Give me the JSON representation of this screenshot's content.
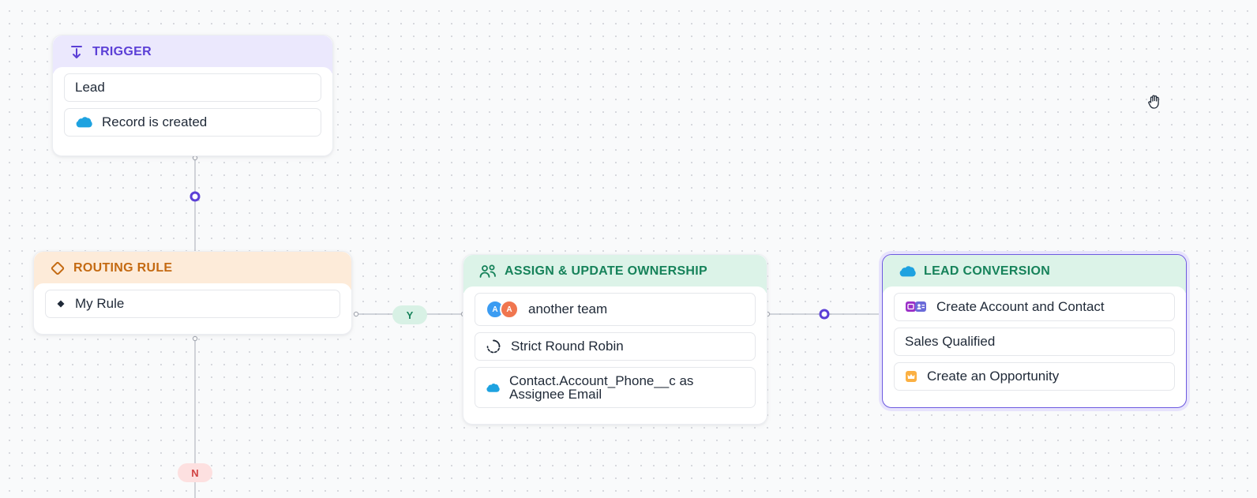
{
  "trigger": {
    "title": "TRIGGER",
    "object": "Lead",
    "event": "Record is created"
  },
  "routing_rule": {
    "title": "ROUTING RULE",
    "rule": "My Rule"
  },
  "assign": {
    "title": "ASSIGN & UPDATE OWNERSHIP",
    "avatars": [
      "A",
      "A"
    ],
    "team": "another team",
    "method": "Strict Round Robin",
    "field_line1": "Contact.Account_Phone__c as",
    "field_line2": "Assignee Email"
  },
  "lead_conversion": {
    "title": "LEAD CONVERSION",
    "action1": "Create Account and Contact",
    "status": "Sales Qualified",
    "action2": "Create an Opportunity"
  },
  "branches": {
    "yes": "Y",
    "no": "N"
  },
  "colors": {
    "accent": "#5b3fd6",
    "trigger_header": "#ebe8fd",
    "routing_header": "#fdebd9",
    "assign_header": "#dcf3e8",
    "salesforce": "#1ea2e0"
  },
  "icons": {
    "trigger": "arrow-down-to-line-icon",
    "routing": "diamond-icon",
    "assign": "users-icon",
    "conversion": "salesforce-cloud-icon",
    "cursor": "grab-hand-icon"
  }
}
